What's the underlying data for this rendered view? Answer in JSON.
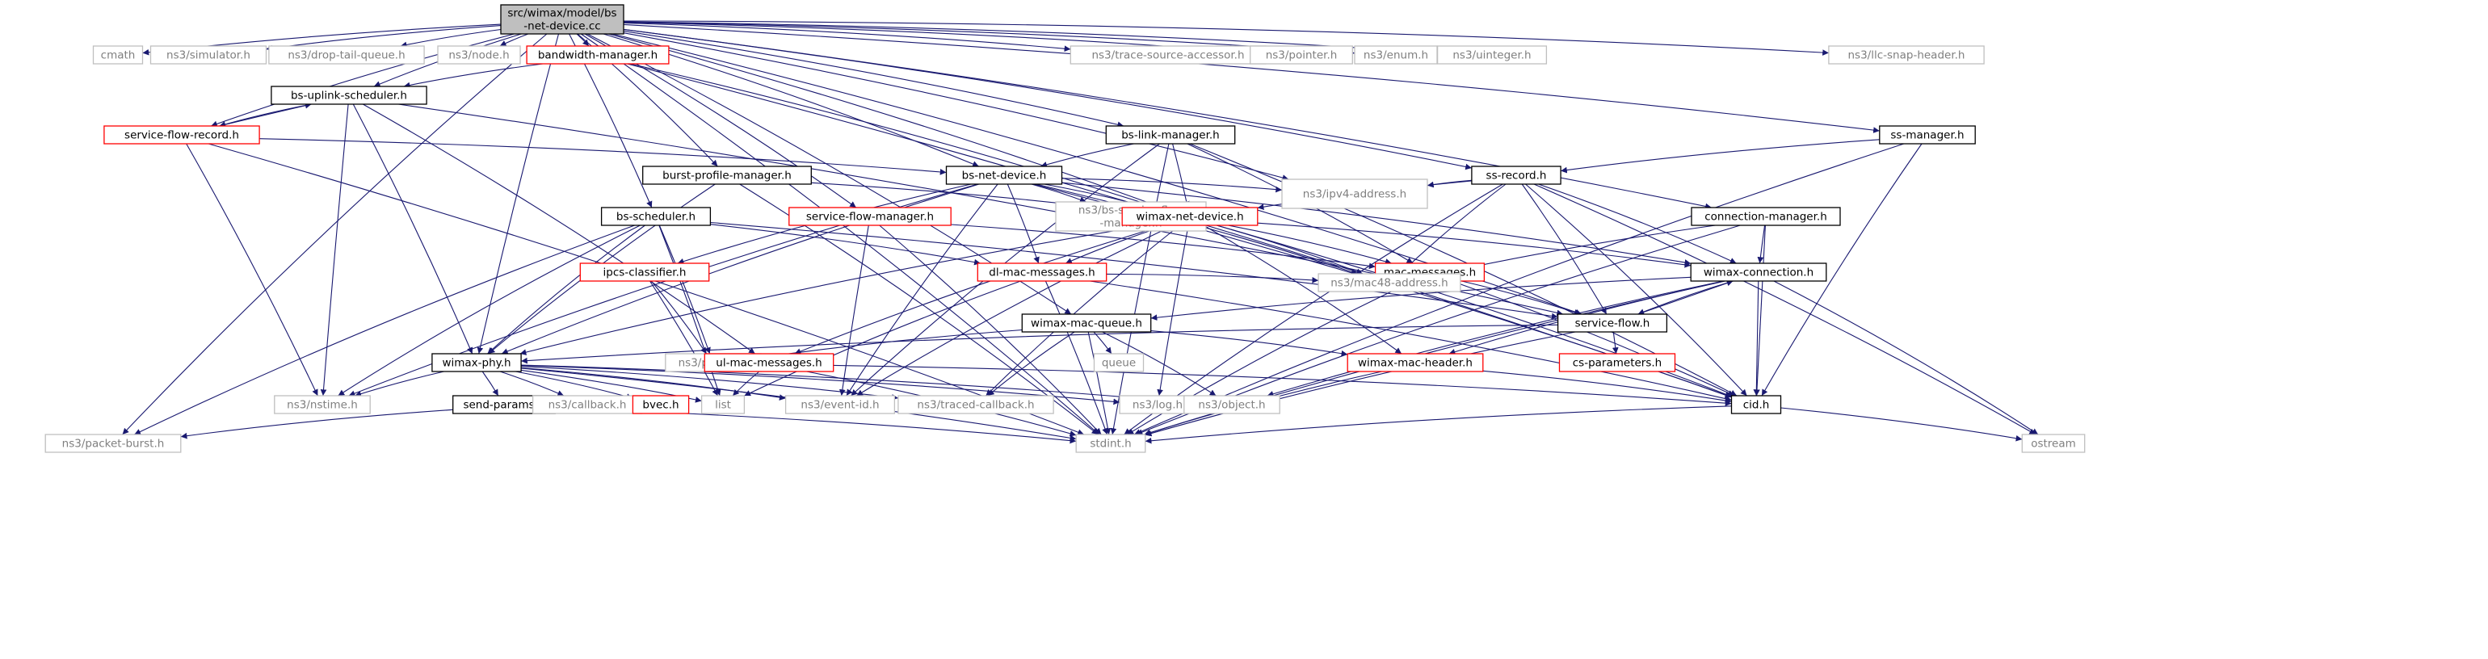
{
  "colors": {
    "root_fill": "#bfbfbf",
    "root_stroke": "#000000",
    "edge": "#191970",
    "doc_stroke": "#000000",
    "partial_stroke": "#ff0000",
    "external_stroke": "#bfbfbf",
    "external_text": "#7f7f7f",
    "text": "#000000"
  },
  "nodes": {
    "root": {
      "label": [
        "src/wimax/model/bs",
        "-net-device.cc"
      ],
      "kind": "root"
    },
    "cmath": {
      "label": [
        "cmath"
      ],
      "kind": "external"
    },
    "simulator": {
      "label": [
        "ns3/simulator.h"
      ],
      "kind": "external"
    },
    "droptail": {
      "label": [
        "ns3/drop-tail-queue.h"
      ],
      "kind": "external"
    },
    "node": {
      "label": [
        "ns3/node.h"
      ],
      "kind": "external"
    },
    "bwmgr": {
      "label": [
        "bandwidth-manager.h"
      ],
      "kind": "partial"
    },
    "trace": {
      "label": [
        "ns3/trace-source-accessor.h"
      ],
      "kind": "external"
    },
    "pointer": {
      "label": [
        "ns3/pointer.h"
      ],
      "kind": "external"
    },
    "enum": {
      "label": [
        "ns3/enum.h"
      ],
      "kind": "external"
    },
    "uinteger": {
      "label": [
        "ns3/uinteger.h"
      ],
      "kind": "external"
    },
    "llcsnap": {
      "label": [
        "ns3/llc-snap-header.h"
      ],
      "kind": "external"
    },
    "bsupsched": {
      "label": [
        "bs-uplink-scheduler.h"
      ],
      "kind": "doc"
    },
    "sfrecord": {
      "label": [
        "service-flow-record.h"
      ],
      "kind": "partial"
    },
    "bslinkmgr": {
      "label": [
        "bs-link-manager.h"
      ],
      "kind": "doc"
    },
    "ssmgr": {
      "label": [
        "ss-manager.h"
      ],
      "kind": "doc"
    },
    "burstprof": {
      "label": [
        "burst-profile-manager.h"
      ],
      "kind": "doc"
    },
    "bsnet": {
      "label": [
        "bs-net-device.h"
      ],
      "kind": "doc"
    },
    "ssrecord": {
      "label": [
        "ss-record.h"
      ],
      "kind": "doc"
    },
    "ipv4": {
      "label": [
        "ns3/ipv4-address.h"
      ],
      "kind": "external"
    },
    "bssched": {
      "label": [
        "bs-scheduler.h"
      ],
      "kind": "doc"
    },
    "sfmgr": {
      "label": [
        "service-flow-manager.h"
      ],
      "kind": "partial"
    },
    "bssvcflow": {
      "label": [
        "ns3/bs-service-flow",
        "-manager.h"
      ],
      "kind": "external"
    },
    "wimaxnet": {
      "label": [
        "wimax-net-device.h"
      ],
      "kind": "partial"
    },
    "connmgr": {
      "label": [
        "connection-manager.h"
      ],
      "kind": "doc"
    },
    "ipcs": {
      "label": [
        "ipcs-classifier.h"
      ],
      "kind": "partial"
    },
    "dlmac": {
      "label": [
        "dl-mac-messages.h"
      ],
      "kind": "partial"
    },
    "macmsg": {
      "label": [
        "mac-messages.h"
      ],
      "kind": "partial"
    },
    "wimaxconn": {
      "label": [
        "wimax-connection.h"
      ],
      "kind": "doc"
    },
    "mac48": {
      "label": [
        "ns3/mac48-address.h"
      ],
      "kind": "external"
    },
    "macqueue": {
      "label": [
        "wimax-mac-queue.h"
      ],
      "kind": "doc"
    },
    "svcflow": {
      "label": [
        "service-flow.h"
      ],
      "kind": "doc"
    },
    "packet": {
      "label": [
        "ns3/packet.h"
      ],
      "kind": "external"
    },
    "wimaxphy": {
      "label": [
        "wimax-phy.h"
      ],
      "kind": "doc"
    },
    "ulmac": {
      "label": [
        "ul-mac-messages.h"
      ],
      "kind": "partial"
    },
    "queue": {
      "label": [
        "queue"
      ],
      "kind": "external"
    },
    "wimaxhdr": {
      "label": [
        "wimax-mac-header.h"
      ],
      "kind": "partial"
    },
    "csparams": {
      "label": [
        "cs-parameters.h"
      ],
      "kind": "partial"
    },
    "nstime": {
      "label": [
        "ns3/nstime.h"
      ],
      "kind": "external"
    },
    "sendparams": {
      "label": [
        "send-params.h"
      ],
      "kind": "doc"
    },
    "callback": {
      "label": [
        "ns3/callback.h"
      ],
      "kind": "external"
    },
    "bvec": {
      "label": [
        "bvec.h"
      ],
      "kind": "partial"
    },
    "list": {
      "label": [
        "list"
      ],
      "kind": "external"
    },
    "eventid": {
      "label": [
        "ns3/event-id.h"
      ],
      "kind": "external"
    },
    "tracedcb": {
      "label": [
        "ns3/traced-callback.h"
      ],
      "kind": "external"
    },
    "log": {
      "label": [
        "ns3/log.h"
      ],
      "kind": "external"
    },
    "object": {
      "label": [
        "ns3/object.h"
      ],
      "kind": "external"
    },
    "cid": {
      "label": [
        "cid.h"
      ],
      "kind": "doc"
    },
    "pktburst": {
      "label": [
        "ns3/packet-burst.h"
      ],
      "kind": "external"
    },
    "stdint": {
      "label": [
        "stdint.h"
      ],
      "kind": "external"
    },
    "ostream": {
      "label": [
        "ostream"
      ],
      "kind": "external"
    }
  },
  "edges": [
    [
      "root",
      "cmath"
    ],
    [
      "root",
      "simulator"
    ],
    [
      "root",
      "droptail"
    ],
    [
      "root",
      "node"
    ],
    [
      "root",
      "bwmgr"
    ],
    [
      "root",
      "trace"
    ],
    [
      "root",
      "pointer"
    ],
    [
      "root",
      "enum"
    ],
    [
      "root",
      "uinteger"
    ],
    [
      "root",
      "llcsnap"
    ],
    [
      "root",
      "bsupsched"
    ],
    [
      "root",
      "sfrecord"
    ],
    [
      "root",
      "bslinkmgr"
    ],
    [
      "root",
      "ssmgr"
    ],
    [
      "root",
      "burstprof"
    ],
    [
      "root",
      "bsnet"
    ],
    [
      "root",
      "ssrecord"
    ],
    [
      "root",
      "ipv4"
    ],
    [
      "root",
      "bssched"
    ],
    [
      "root",
      "sfmgr"
    ],
    [
      "root",
      "wimaxnet"
    ],
    [
      "root",
      "connmgr"
    ],
    [
      "root",
      "macqueue"
    ],
    [
      "root",
      "svcflow"
    ],
    [
      "root",
      "wimaxphy"
    ],
    [
      "root",
      "pktburst"
    ],
    [
      "root",
      "stdint"
    ],
    [
      "bwmgr",
      "bsupsched"
    ],
    [
      "bwmgr",
      "wimaxnet"
    ],
    [
      "bwmgr",
      "cid"
    ],
    [
      "bsupsched",
      "sfrecord"
    ],
    [
      "bsupsched",
      "svcflow"
    ],
    [
      "bsupsched",
      "wimaxphy"
    ],
    [
      "bsupsched",
      "ulmac"
    ],
    [
      "bsupsched",
      "nstime"
    ],
    [
      "sfrecord",
      "bsupsched"
    ],
    [
      "sfrecord",
      "bsnet"
    ],
    [
      "sfrecord",
      "nstime"
    ],
    [
      "sfrecord",
      "stdint"
    ],
    [
      "bslinkmgr",
      "bsnet"
    ],
    [
      "bslinkmgr",
      "wimaxnet"
    ],
    [
      "bslinkmgr",
      "macmsg"
    ],
    [
      "bslinkmgr",
      "eventid"
    ],
    [
      "bslinkmgr",
      "cid"
    ],
    [
      "bslinkmgr",
      "stdint"
    ],
    [
      "ssmgr",
      "ssrecord"
    ],
    [
      "ssmgr",
      "cid"
    ],
    [
      "ssmgr",
      "stdint"
    ],
    [
      "burstprof",
      "wimaxnet"
    ],
    [
      "burstprof",
      "wimaxphy"
    ],
    [
      "burstprof",
      "stdint"
    ],
    [
      "bsnet",
      "wimaxnet"
    ],
    [
      "bsnet",
      "ipv4"
    ],
    [
      "bsnet",
      "bssvcflow"
    ],
    [
      "bsnet",
      "dlmac"
    ],
    [
      "bsnet",
      "mac48"
    ],
    [
      "bsnet",
      "wimaxconn"
    ],
    [
      "bsnet",
      "ipcs"
    ],
    [
      "bsnet",
      "wimaxphy"
    ],
    [
      "bsnet",
      "nstime"
    ],
    [
      "bsnet",
      "eventid"
    ],
    [
      "bsnet",
      "cid"
    ],
    [
      "ssrecord",
      "wimaxnet"
    ],
    [
      "ssrecord",
      "ipv4"
    ],
    [
      "ssrecord",
      "wimaxconn"
    ],
    [
      "ssrecord",
      "mac48"
    ],
    [
      "ssrecord",
      "svcflow"
    ],
    [
      "ssrecord",
      "cid"
    ],
    [
      "ssrecord",
      "stdint"
    ],
    [
      "ssrecord",
      "ostream"
    ],
    [
      "bssched",
      "dlmac"
    ],
    [
      "bssched",
      "wimaxphy"
    ],
    [
      "bssched",
      "packet"
    ],
    [
      "bssched",
      "list"
    ],
    [
      "bssched",
      "pktburst"
    ],
    [
      "bssched",
      "nstime"
    ],
    [
      "bssched",
      "svcflow"
    ],
    [
      "sfmgr",
      "macmsg"
    ],
    [
      "sfmgr",
      "eventid"
    ],
    [
      "sfmgr",
      "stdint"
    ],
    [
      "wimaxnet",
      "dlmac"
    ],
    [
      "wimaxnet",
      "macmsg"
    ],
    [
      "wimaxnet",
      "mac48"
    ],
    [
      "wimaxnet",
      "wimaxconn"
    ],
    [
      "wimaxnet",
      "wimaxphy"
    ],
    [
      "wimaxnet",
      "ulmac"
    ],
    [
      "wimaxnet",
      "tracedcb"
    ],
    [
      "wimaxnet",
      "log"
    ],
    [
      "wimaxnet",
      "eventid"
    ],
    [
      "wimaxnet",
      "cid"
    ],
    [
      "wimaxnet",
      "wimaxhdr"
    ],
    [
      "connmgr",
      "wimaxconn"
    ],
    [
      "connmgr",
      "mac48"
    ],
    [
      "connmgr",
      "cid"
    ],
    [
      "connmgr",
      "stdint"
    ],
    [
      "ipcs",
      "packet"
    ],
    [
      "ipcs",
      "list"
    ],
    [
      "dlmac",
      "mac48"
    ],
    [
      "dlmac",
      "list"
    ],
    [
      "dlmac",
      "cid"
    ],
    [
      "dlmac",
      "stdint"
    ],
    [
      "macmsg",
      "mac48"
    ],
    [
      "macmsg",
      "svcflow"
    ],
    [
      "macmsg",
      "cid"
    ],
    [
      "macmsg",
      "stdint"
    ],
    [
      "wimaxconn",
      "svcflow"
    ],
    [
      "wimaxconn",
      "macqueue"
    ],
    [
      "wimaxconn",
      "wimaxhdr"
    ],
    [
      "wimaxconn",
      "cid"
    ],
    [
      "wimaxconn",
      "object"
    ],
    [
      "wimaxconn",
      "stdint"
    ],
    [
      "wimaxconn",
      "ostream"
    ],
    [
      "macqueue",
      "wimaxhdr"
    ],
    [
      "macqueue",
      "packet"
    ],
    [
      "macqueue",
      "queue"
    ],
    [
      "macqueue",
      "object"
    ],
    [
      "macqueue",
      "tracedcb"
    ],
    [
      "macqueue",
      "stdint"
    ],
    [
      "svcflow",
      "wimaxconn"
    ],
    [
      "svcflow",
      "csparams"
    ],
    [
      "svcflow",
      "wimaxphy"
    ],
    [
      "svcflow",
      "stdint"
    ],
    [
      "wimaxphy",
      "nstime"
    ],
    [
      "wimaxphy",
      "sendparams"
    ],
    [
      "wimaxphy",
      "callback"
    ],
    [
      "wimaxphy",
      "bvec"
    ],
    [
      "wimaxphy",
      "list"
    ],
    [
      "wimaxphy",
      "eventid"
    ],
    [
      "wimaxphy",
      "tracedcb"
    ],
    [
      "wimaxphy",
      "log"
    ],
    [
      "wimaxphy",
      "object"
    ],
    [
      "wimaxphy",
      "stdint"
    ],
    [
      "ulmac",
      "list"
    ],
    [
      "ulmac",
      "cid"
    ],
    [
      "ulmac",
      "stdint"
    ],
    [
      "wimaxhdr",
      "cid"
    ],
    [
      "wimaxhdr",
      "stdint"
    ],
    [
      "sendparams",
      "pktburst"
    ],
    [
      "sendparams",
      "stdint"
    ],
    [
      "cid",
      "stdint"
    ],
    [
      "cid",
      "ostream"
    ]
  ]
}
